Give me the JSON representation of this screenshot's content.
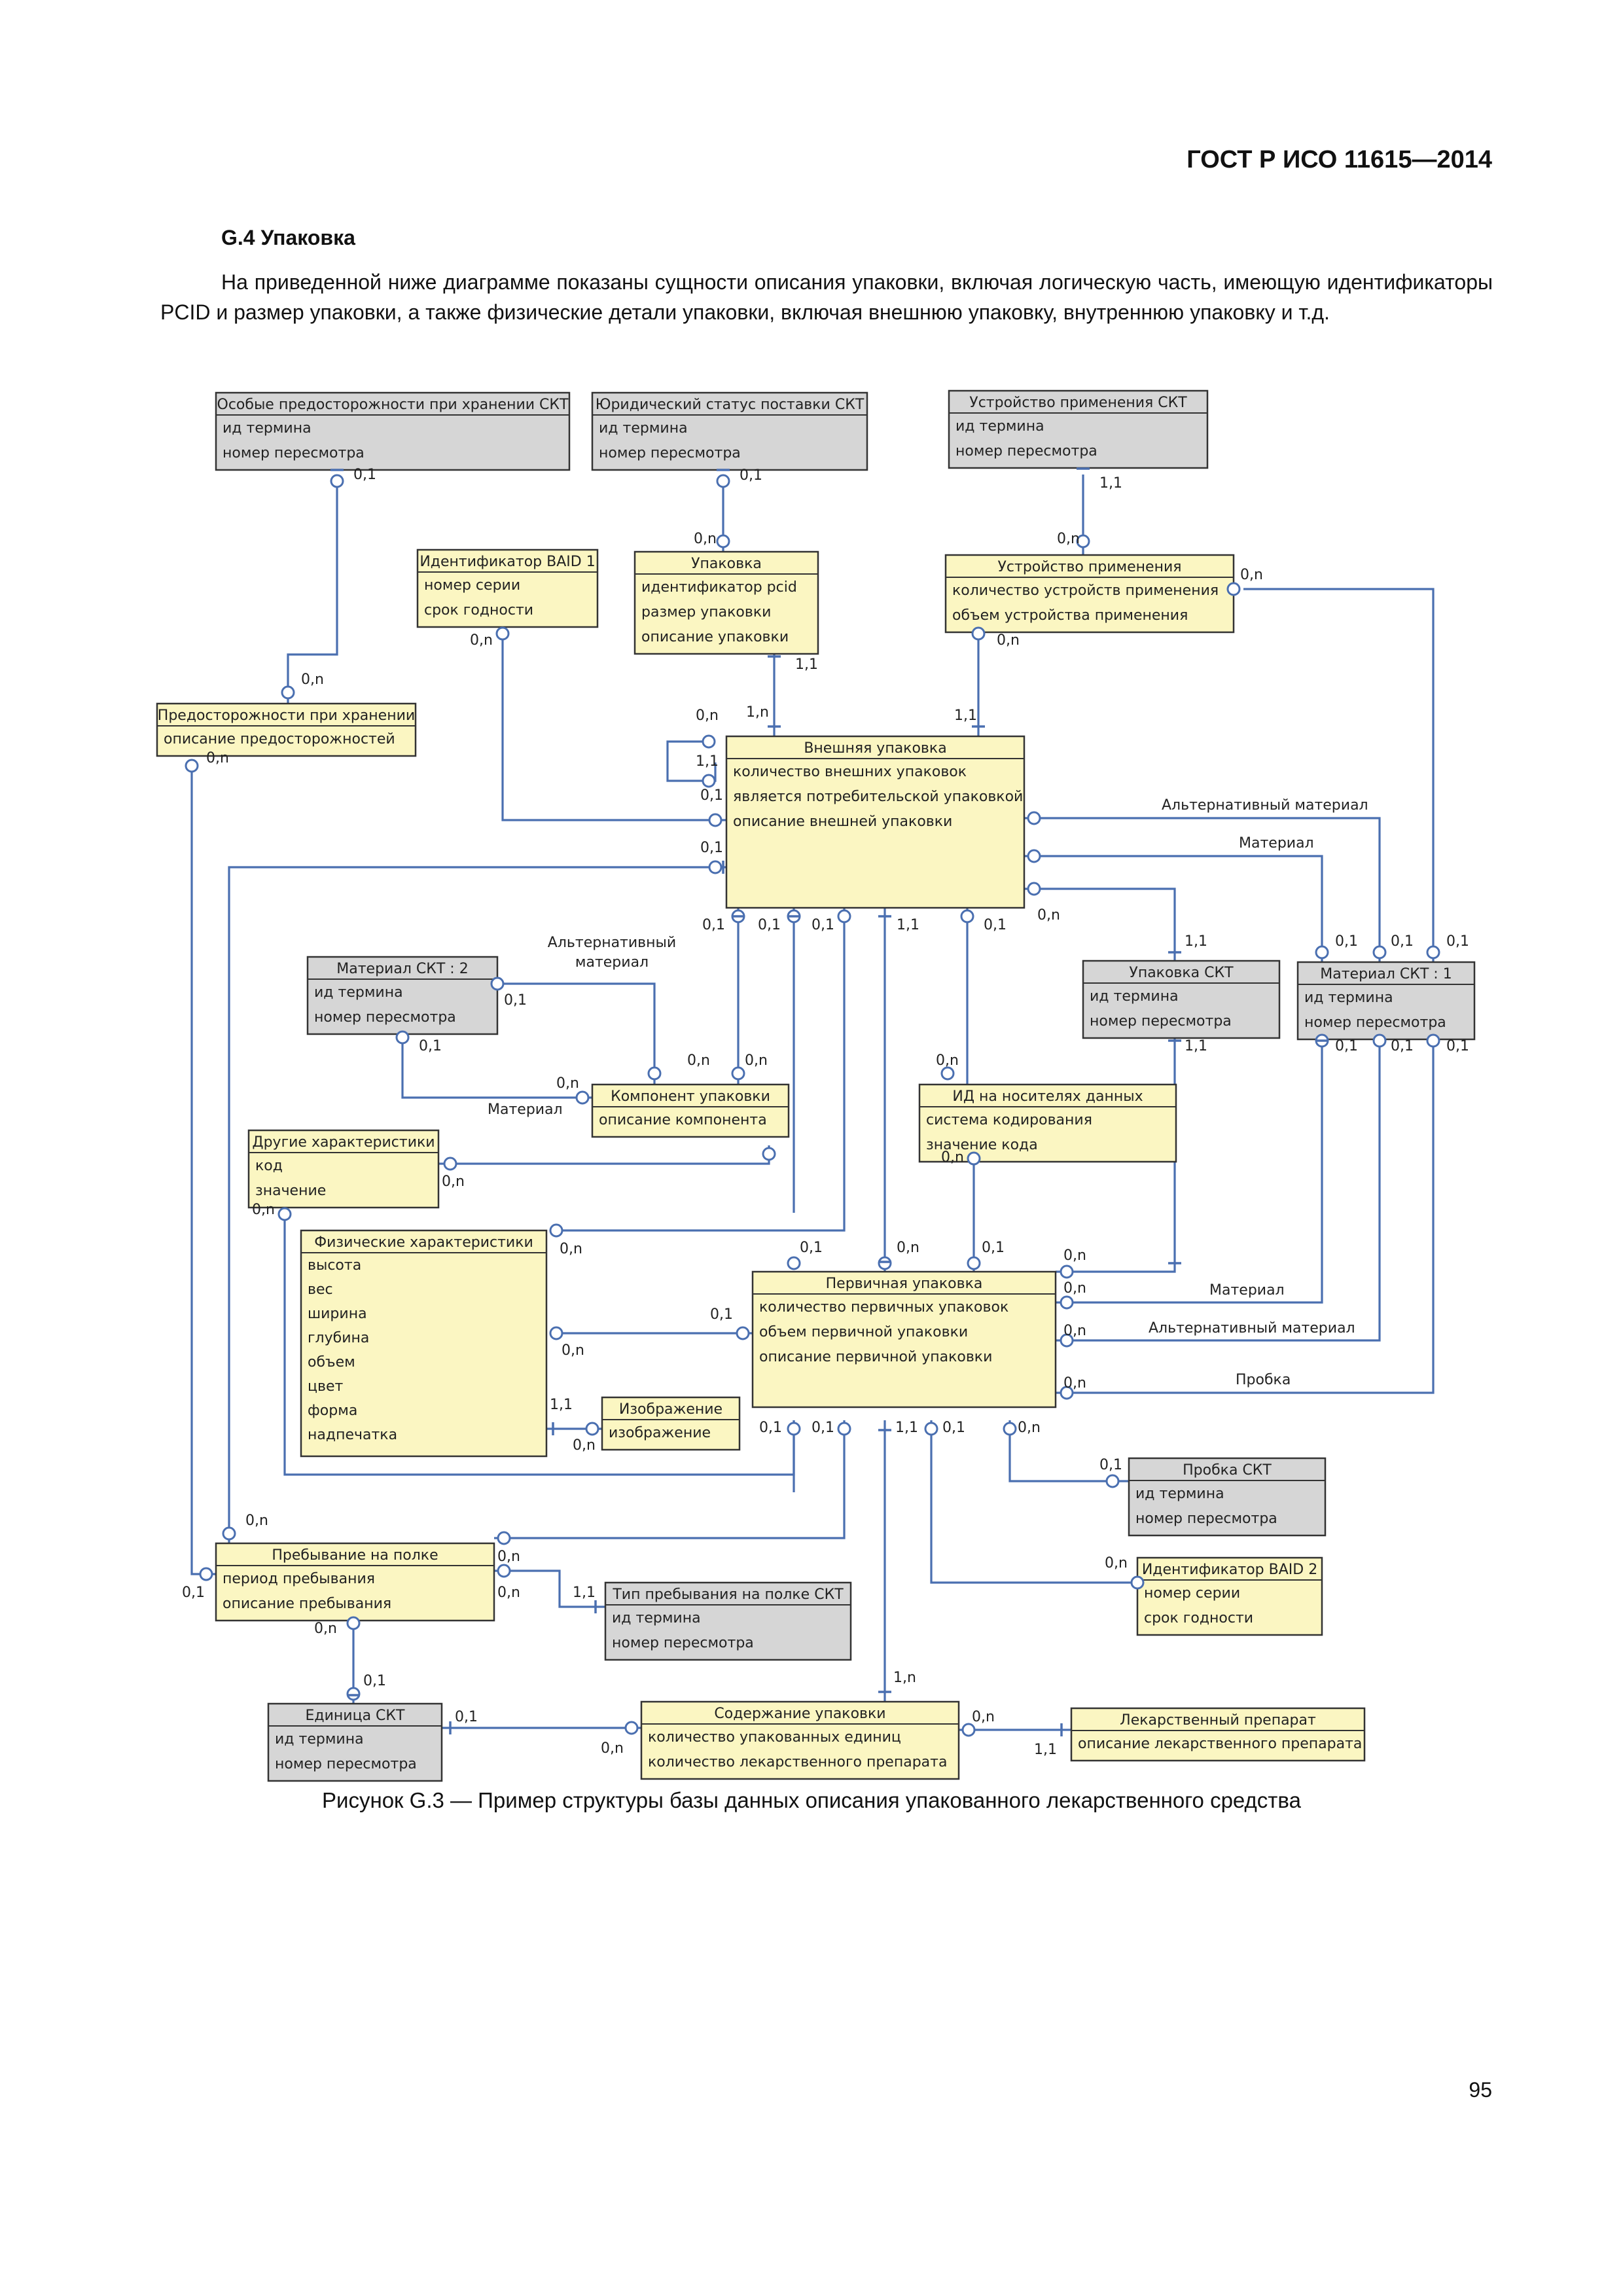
{
  "header": {
    "standard": "ГОСТ Р ИСО 11615—2014"
  },
  "section": {
    "title": "G.4 Упаковка",
    "intro": "На приведенной ниже диаграмме показаны сущности описания упаковки, включая логическую часть, имеющую идентификаторы PCID и размер упаковки, а также физические детали упаковки, включая внешнюю упаковку, внутреннюю упаковку и т.д."
  },
  "entities": {
    "osobye": {
      "title": "Особые предосторожности при хранении СКТ",
      "attrs": [
        "ид термина",
        "номер пересмотра"
      ],
      "fill": "grey"
    },
    "yurstatus": {
      "title": "Юридический статус поставки СКТ",
      "attrs": [
        "ид термина",
        "номер пересмотра"
      ],
      "fill": "grey"
    },
    "ustr_skt": {
      "title": "Устройство применения СКТ",
      "attrs": [
        "ид термина",
        "номер пересмотра"
      ],
      "fill": "grey"
    },
    "baid1": {
      "title": "Идентификатор BAID 1",
      "attrs": [
        "номер серии",
        "срок годности"
      ],
      "fill": "yellow"
    },
    "upakovka": {
      "title": "Упаковка",
      "attrs": [
        "идентификатор pcid",
        "размер упаковки",
        "описание упаковки"
      ],
      "fill": "yellow"
    },
    "ustr": {
      "title": "Устройство применения",
      "attrs": [
        "количество устройств применения",
        "объем устройства применения"
      ],
      "fill": "yellow"
    },
    "predost": {
      "title": "Предосторожности при хранении",
      "attrs": [
        "описание предосторожностей"
      ],
      "fill": "yellow"
    },
    "vnesh": {
      "title": "Внешняя упаковка",
      "attrs": [
        "количество внешних упаковок",
        "является потребительской упаковкой",
        "описание внешней упаковки"
      ],
      "fill": "yellow"
    },
    "mat2": {
      "title": "Материал СКТ : 2",
      "attrs": [
        "ид термина",
        "номер пересмотра"
      ],
      "fill": "grey"
    },
    "upak_skt": {
      "title": "Упаковка СКТ",
      "attrs": [
        "ид термина",
        "номер пересмотра"
      ],
      "fill": "grey"
    },
    "mat1": {
      "title": "Материал СКТ : 1",
      "attrs": [
        "ид термина",
        "номер пересмотра"
      ],
      "fill": "grey"
    },
    "komp": {
      "title": "Компонент упаковки",
      "attrs": [
        "описание компонента"
      ],
      "fill": "yellow"
    },
    "idnos": {
      "title": "ИД на носителях данных",
      "attrs": [
        "система кодирования",
        "значение кода"
      ],
      "fill": "yellow"
    },
    "drugie": {
      "title": "Другие характеристики",
      "attrs": [
        "код",
        "значение"
      ],
      "fill": "yellow"
    },
    "fiz": {
      "title": "Физические характеристики",
      "attrs": [
        "высота",
        "вес",
        "ширина",
        "глубина",
        "объем",
        "цвет",
        "форма",
        "надпечатка"
      ],
      "fill": "yellow"
    },
    "perv": {
      "title": "Первичная упаковка",
      "attrs": [
        "количество первичных упаковок",
        "объем первичной упаковки",
        "описание первичной упаковки"
      ],
      "fill": "yellow"
    },
    "izobr": {
      "title": "Изображение",
      "attrs": [
        "изображение"
      ],
      "fill": "yellow"
    },
    "probka_skt": {
      "title": "Пробка СКТ",
      "attrs": [
        "ид термина",
        "номер пересмотра"
      ],
      "fill": "grey"
    },
    "prebyv": {
      "title": "Пребывание на полке",
      "attrs": [
        "период пребывания",
        "описание пребывания"
      ],
      "fill": "yellow"
    },
    "tip_preb": {
      "title": "Тип пребывания на полке СКТ",
      "attrs": [
        "ид термина",
        "номер пересмотра"
      ],
      "fill": "grey"
    },
    "baid2": {
      "title": "Идентификатор BAID 2",
      "attrs": [
        "номер серии",
        "срок годности"
      ],
      "fill": "yellow"
    },
    "edin": {
      "title": "Единица СКТ",
      "attrs": [
        "ид термина",
        "номер пересмотра"
      ],
      "fill": "grey"
    },
    "soder": {
      "title": "Содержание упаковки",
      "attrs": [
        "количество упакованных единиц",
        "количество лекарственного препарата"
      ],
      "fill": "yellow"
    },
    "lek": {
      "title": "Лекарственный препарат",
      "attrs": [
        "описание лекарственного препарата"
      ],
      "fill": "yellow"
    }
  },
  "relationship_labels": {
    "alt_material": "Альтернативный материал",
    "material": "Материал",
    "alt_material_2line": [
      "Альтернативный",
      "материал"
    ],
    "probka": "Пробка"
  },
  "cardinalities": [
    "0,1",
    "0,n",
    "1,1",
    "1,n"
  ],
  "colors": {
    "entity_fill": "#fbf6c2",
    "code_table_fill": "#d6d6d6",
    "relationship_line": "#4a6fb0"
  },
  "figure": {
    "caption": "Рисунок G.3 — Пример структуры базы данных описания упакованного лекарственного средства"
  },
  "footer": {
    "page_number": "95"
  }
}
